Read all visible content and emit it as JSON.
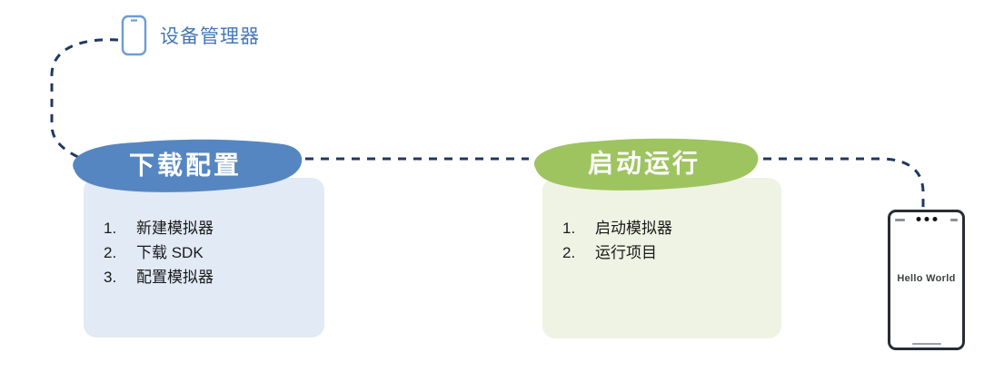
{
  "figure": {
    "device_manager_label": "设备管理器",
    "steps": [
      {
        "title": "下载配置",
        "items": [
          {
            "num": "1.",
            "text": "新建模拟器"
          },
          {
            "num": "2.",
            "text": "下载 SDK"
          },
          {
            "num": "3.",
            "text": "配置模拟器"
          }
        ]
      },
      {
        "title": "启动运行",
        "items": [
          {
            "num": "1.",
            "text": "启动模拟器"
          },
          {
            "num": "2.",
            "text": "运行项目"
          }
        ]
      }
    ],
    "phone_screen_text": "Hello World"
  },
  "colors": {
    "connector": "#1F3864",
    "step1_blob": "#5586C1",
    "step1_panel": "#E1EAF5",
    "step2_blob": "#9EC45F",
    "step2_panel": "#EFF3E4",
    "device_label_text": "#4377B6",
    "phone_icon_stroke": "#6E9CD4",
    "blob_title_text": "#FFFFFF",
    "list_text": "#1A1A1A"
  }
}
